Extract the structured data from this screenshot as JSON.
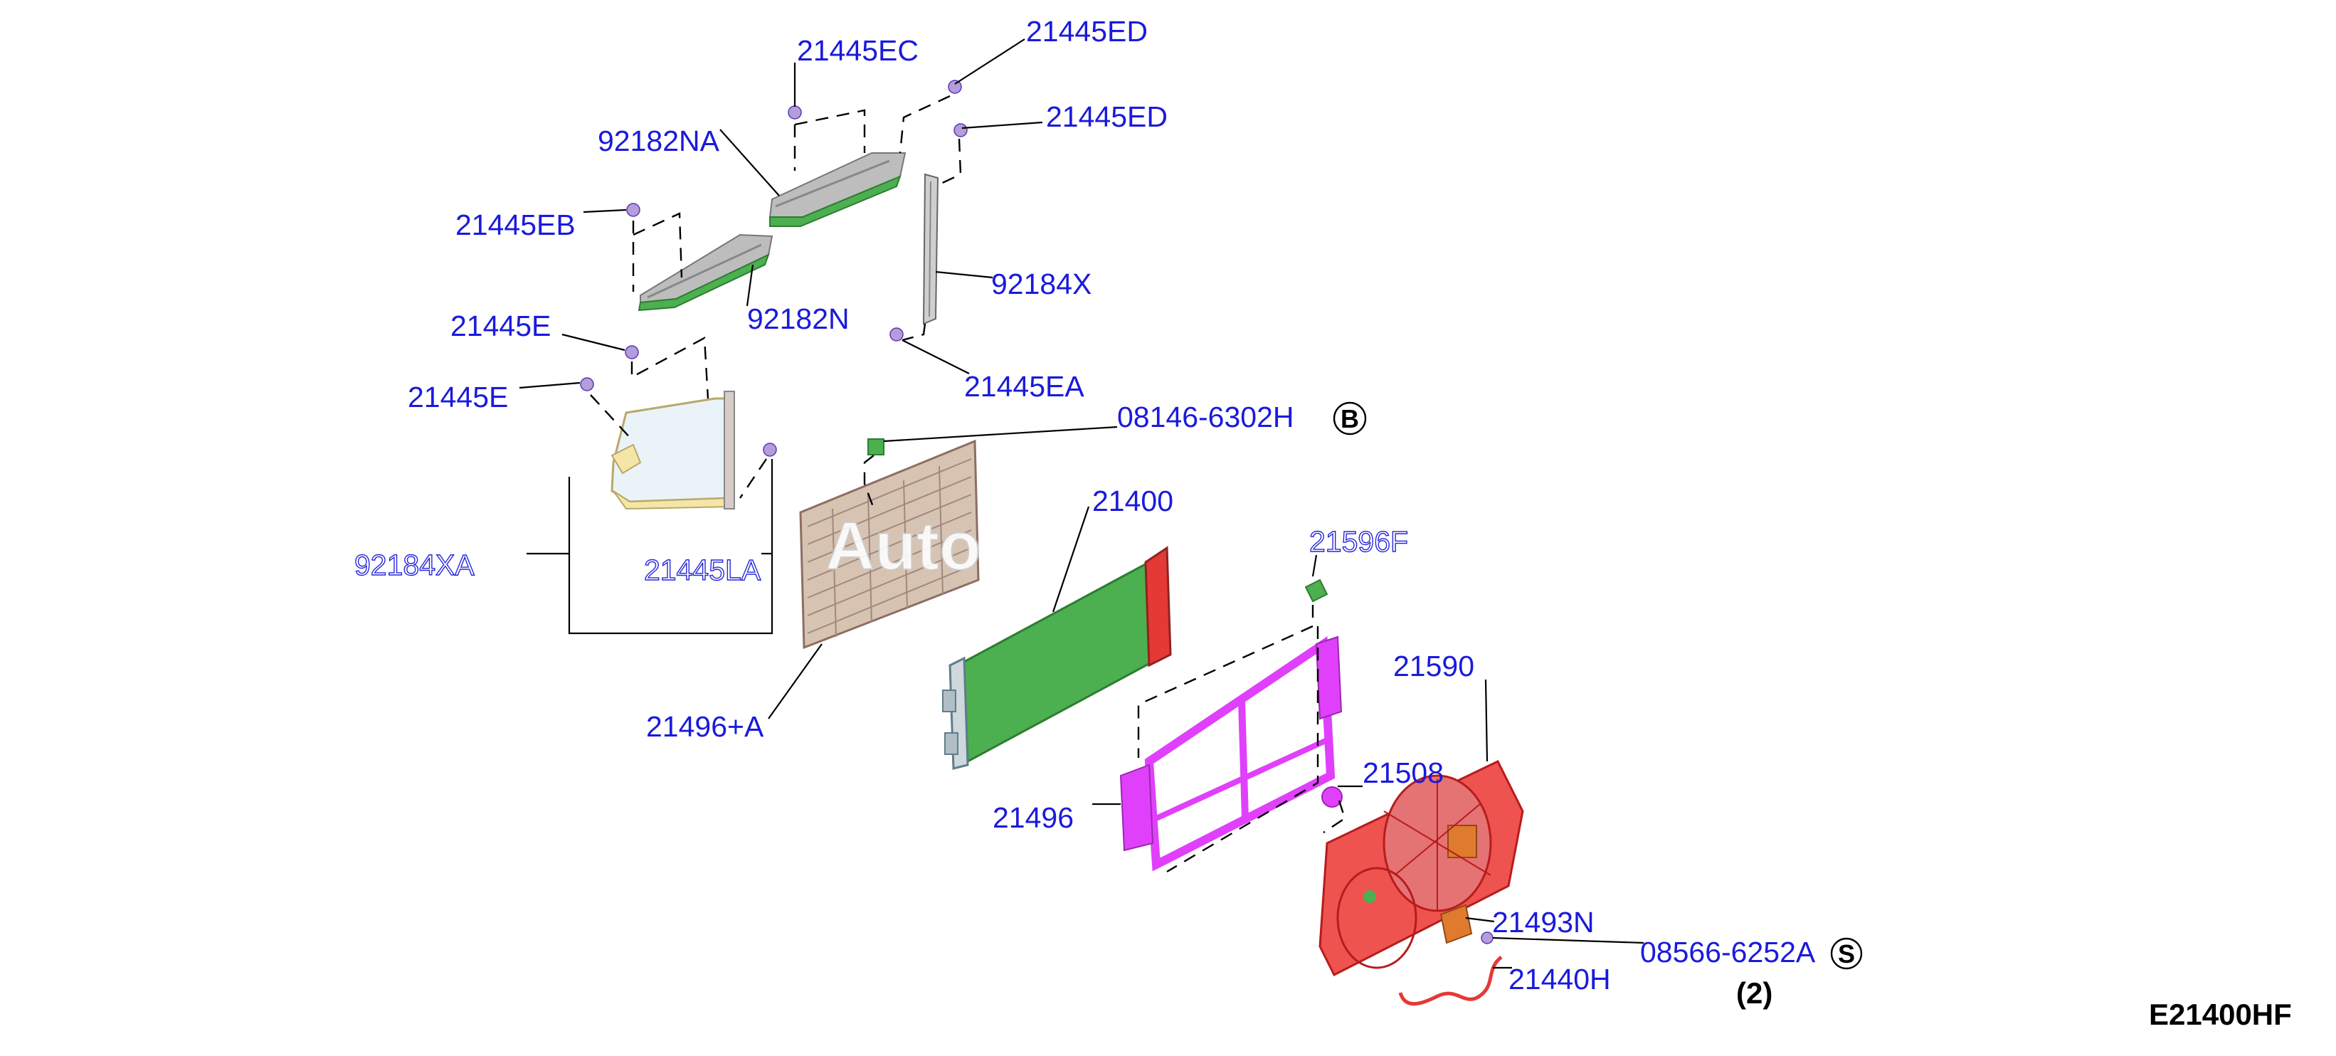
{
  "diagram_code": "E21400HF",
  "watermark": "Auto",
  "symbols": {
    "b_mark": "B",
    "s_mark": "S"
  },
  "quantity_note": "(2)",
  "labels": {
    "p21445EC": "21445EC",
    "p21445ED_top": "21445ED",
    "p21445ED_2": "21445ED",
    "p92182NA": "92182NA",
    "p21445EB": "21445EB",
    "p92184X": "92184X",
    "p92182N": "92182N",
    "p21445E_1": "21445E",
    "p21445EA": "21445EA",
    "p21445E_2": "21445E",
    "p08146": "08146-6302H",
    "p21400": "21400",
    "p92184XA": "92184XA",
    "p21445LA": "21445LA",
    "p21596F": "21596F",
    "p21590": "21590",
    "p21496A": "21496+A",
    "p21508": "21508",
    "p21496": "21496",
    "p21493N": "21493N",
    "p08566": "08566-6252A",
    "p21440H": "21440H"
  },
  "colors": {
    "label_blue": "#1a1adc",
    "condenser_green": "#4caf50",
    "radiator_red": "#e53935",
    "shroud_magenta": "#e040fb",
    "fan_red": "#e53935",
    "duct_gray": "#bdbdbd",
    "air_guide_yellow": "#f5e6a8",
    "grille_tan": "#c4a58a",
    "clip_lavender": "#b39ddb",
    "connector_orange": "#e07a2c"
  }
}
